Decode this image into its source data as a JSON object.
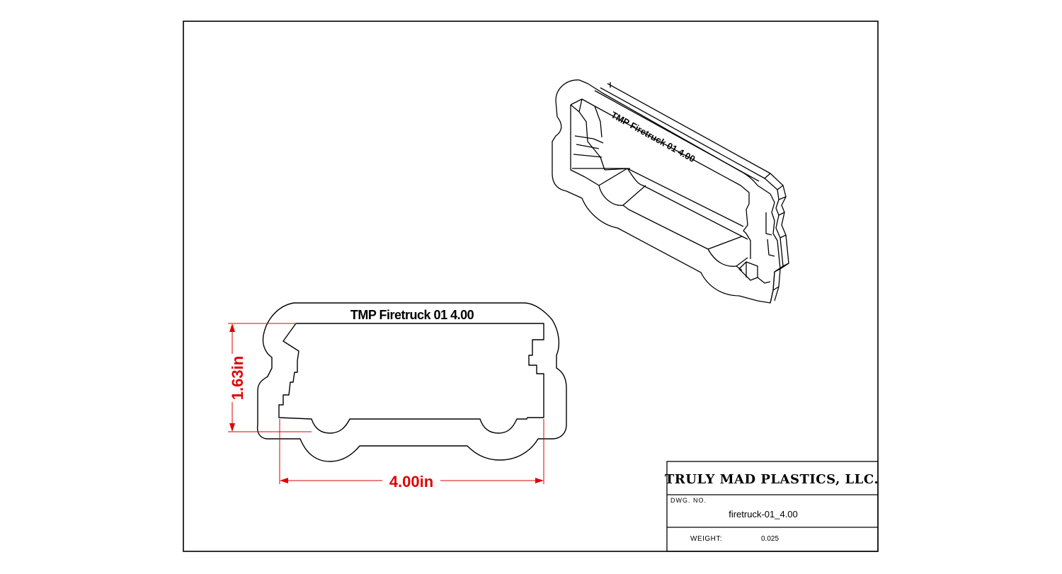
{
  "drawing": {
    "engraved_label": "TMP  Firetruck 01 4.00",
    "iso_label": "TMP  Firetruck 01 4.00",
    "dim_height": "1.63in",
    "dim_width": "4.00in",
    "dim_color": "#e00000"
  },
  "title_block": {
    "company": "TRULY MAD PLASTICS, LLC.",
    "dwg_no_label": "DWG. NO.",
    "dwg_no_value": "firetruck-01_4.00",
    "weight_label": "WEIGHT:",
    "weight_value": "0.025"
  }
}
